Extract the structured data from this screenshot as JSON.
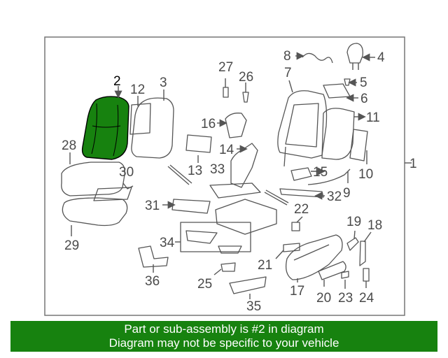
{
  "diagram": {
    "highlight_color": "#17820f",
    "highlighted_part": "2",
    "callouts": [
      "1",
      "2",
      "3",
      "4",
      "5",
      "6",
      "7",
      "8",
      "10",
      "11",
      "12",
      "13",
      "14",
      "15",
      "16",
      "17",
      "18",
      "19",
      "20",
      "21",
      "22",
      "23",
      "24",
      "25",
      "26",
      "27",
      "28",
      "29",
      "30",
      "31",
      "32",
      "33",
      "34",
      "35",
      "36",
      "9"
    ]
  },
  "footer": {
    "line1": "Part or sub-assembly is #2 in diagram",
    "line2": "Diagram may not be specific to your vehicle",
    "background": "#17820f"
  }
}
